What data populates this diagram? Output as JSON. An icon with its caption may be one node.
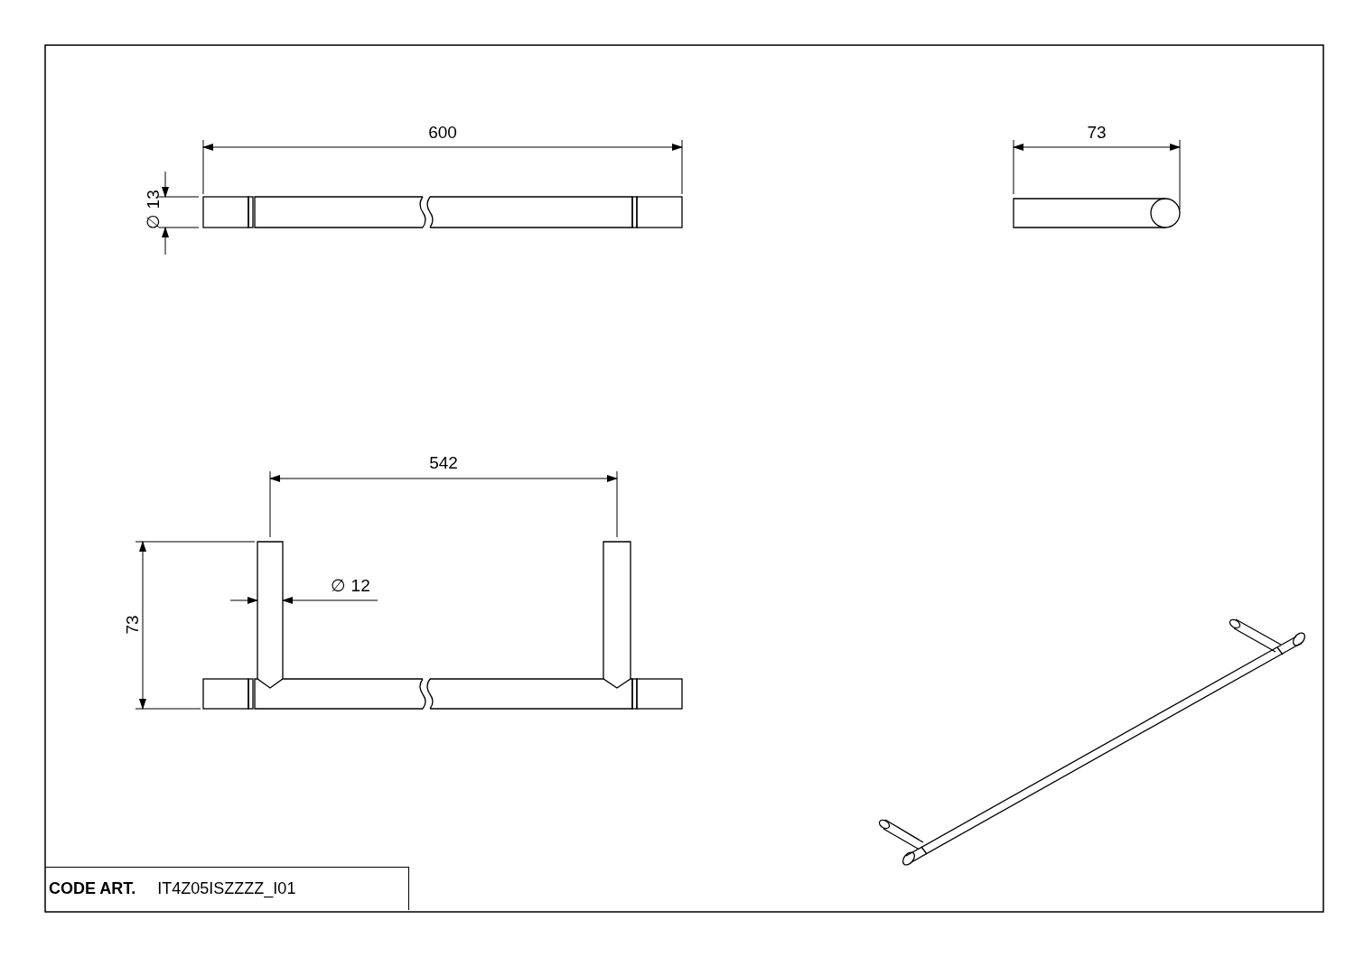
{
  "diagram": {
    "nodes": [
      {
        "text": [
          "CODE ART.",
          "IT4Z05ISZZZZ_I01"
        ]
      }
    ],
    "labels": [
      "600",
      "∅ 13",
      "73",
      "542",
      "73",
      "∅ 12"
    ]
  }
}
